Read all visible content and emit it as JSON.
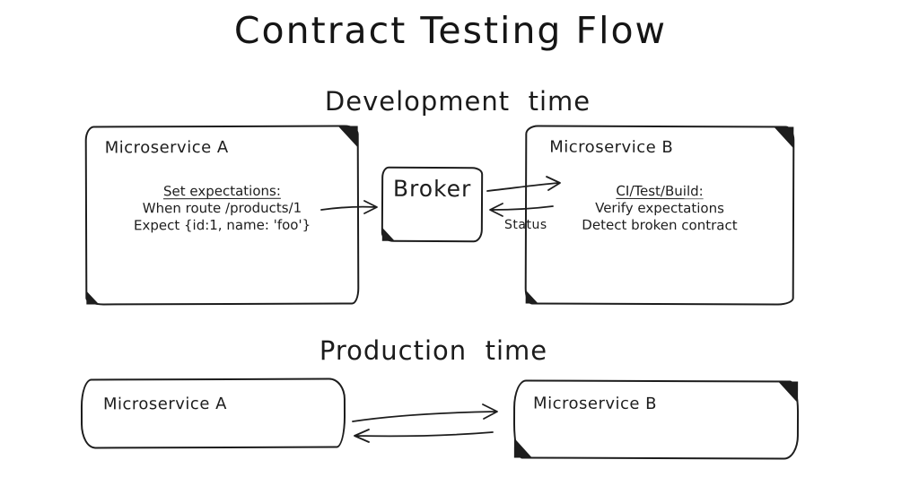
{
  "title": "Contract Testing Flow",
  "development": {
    "heading": "Development  time",
    "microservice_a": {
      "title": "Microservice A",
      "lines": {
        "l1": "Set expectations:",
        "l2": "When route /products/1",
        "l3": "Expect {id:1, name: 'foo'}"
      }
    },
    "broker": {
      "title": "Broker"
    },
    "microservice_b": {
      "title": "Microservice B",
      "lines": {
        "l1": "CI/Test/Build:",
        "l2": "Verify expectations",
        "l3": "Detect broken contract"
      }
    },
    "status_label": "Status"
  },
  "production": {
    "heading": "Production  time",
    "microservice_a": {
      "title": "Microservice A"
    },
    "microservice_b": {
      "title": "Microservice B"
    }
  },
  "colors": {
    "ink": "#1d1d1d",
    "background": "#ffffff"
  }
}
